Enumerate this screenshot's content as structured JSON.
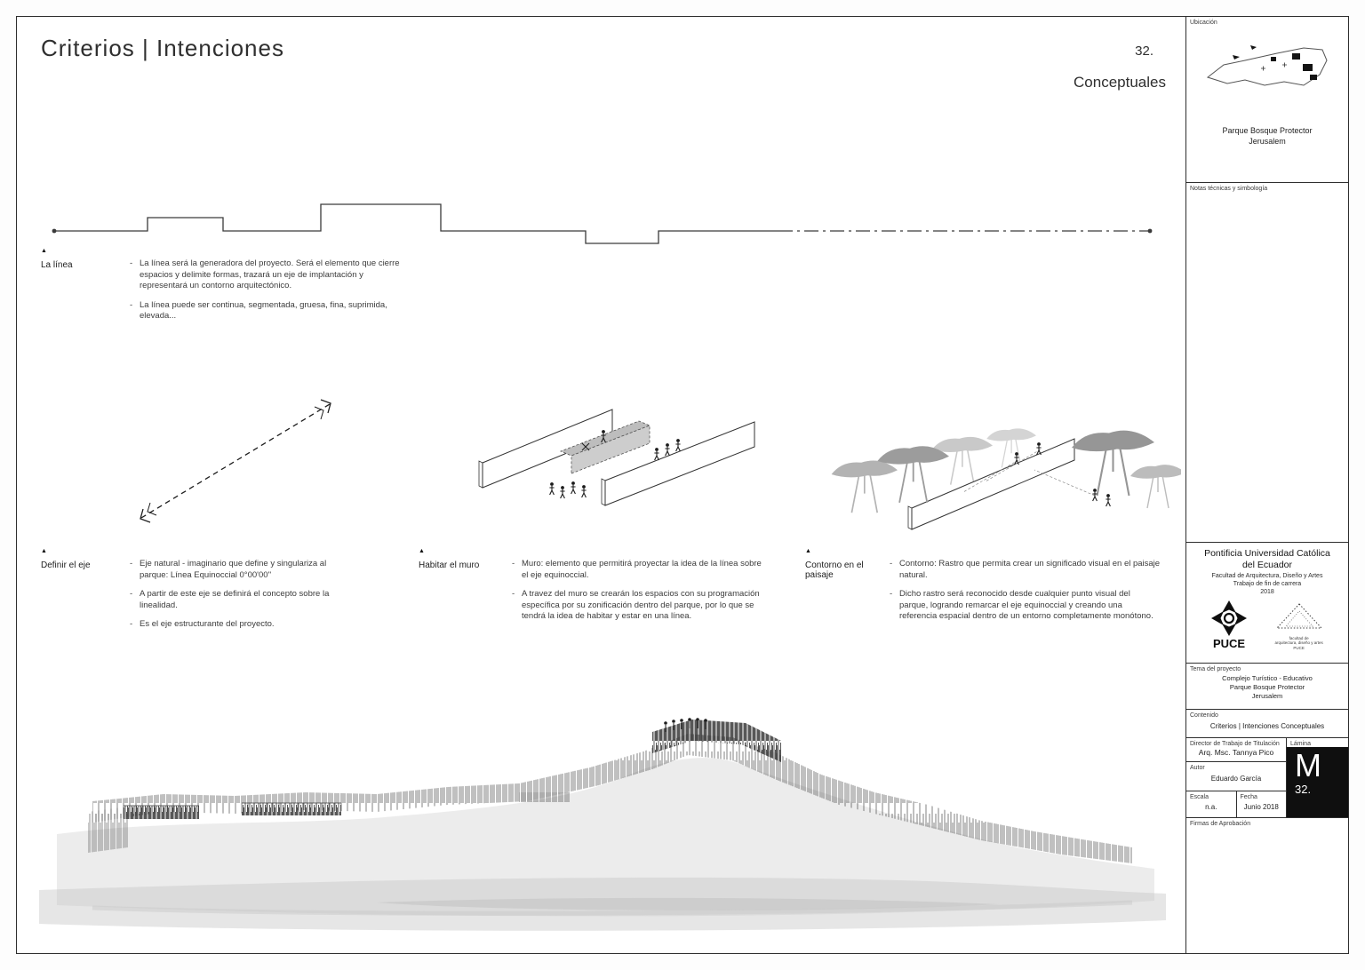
{
  "header": {
    "title": "Criterios | Intenciones",
    "sheet_number": "32.",
    "subtitle": "Conceptuales"
  },
  "icons": {
    "section_marker": "▲"
  },
  "sections": {
    "la_linea": {
      "label": "La línea",
      "bullets": [
        "La línea será la generadora del proyecto. Será el elemento que cierre espacios y delimite formas, trazará un eje de implantación y representará un contorno arquitectónico.",
        "La línea puede ser continua, segmentada, gruesa, fina, suprimida, elevada..."
      ]
    },
    "definir_eje": {
      "label": "Definir el eje",
      "bullets": [
        "Eje natural - imaginario que define y singulariza al parque: Línea Equinoccial 0°00'00''",
        "A partir de este eje se definirá el concepto sobre la linealidad.",
        "Es el eje estructurante del proyecto."
      ]
    },
    "habitar_muro": {
      "label": "Habitar el muro",
      "bullets": [
        "Muro: elemento que permitirá proyectar la idea de la línea sobre el eje equinoccial.",
        "A travez del muro se crearán los espacios con su programación específica por su zonificación dentro del parque, por lo que se tendrá la idea de habitar y estar en una línea."
      ]
    },
    "contorno": {
      "label": "Contorno en el paisaje",
      "bullets": [
        "Contorno: Rastro que permita crear un significado visual en el paisaje natural.",
        "Dicho rastro será reconocido desde cualquier punto visual del parque, logrando remarcar el eje equinoccial y creando una referencia espacial dentro de un entorno completamente monótono."
      ]
    }
  },
  "sidebar": {
    "ubicacion_label": "Ubicación",
    "location_caption": "Parque Bosque Protector\nJerusalem",
    "notas_label": "Notas técnicas y simbología",
    "university": "Pontificia Universidad Católica\ndel Ecuador",
    "faculty": "Facultad de Arquitectura, Diseño y Artes",
    "degree_work": "Trabajo de fin de carrera",
    "year": "2018",
    "puce_logo_text": "PUCE",
    "faculty_logo_caption": "facultad de\narquitectura, diseño y artes\nPUCE",
    "tema_label": "Tema del proyecto",
    "tema_text": "Complejo Turístico - Educativo\nParque Bosque Protector\nJerusalem",
    "contenido_label": "Contenido",
    "contenido_text": "Criterios | Intenciones Conceptuales",
    "director_label": "Director de Trabajo de Titulación",
    "director_name": "Arq. Msc. Tannya Pico",
    "autor_label": "Autor",
    "autor_name": "Eduardo García",
    "escala_label": "Escala",
    "escala_value": "n.a.",
    "fecha_label": "Fecha",
    "fecha_value": "Junio 2018",
    "lamina_label": "Lámina",
    "lamina_letter": "M",
    "lamina_number": "32.",
    "firmas_label": "Firmas de Aprobación"
  }
}
